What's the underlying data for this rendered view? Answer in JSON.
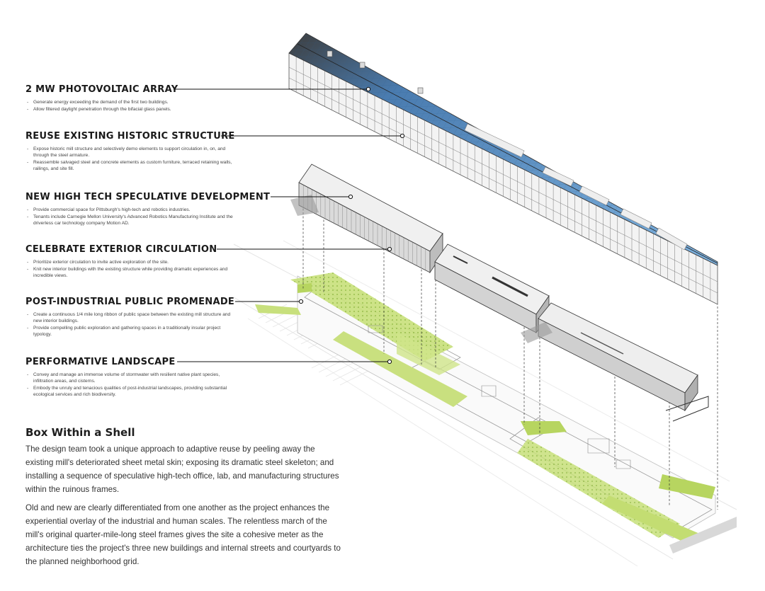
{
  "features": [
    {
      "title": "2 MW PHOTOVOLTAIC ARRAY",
      "bullets": [
        "Generate energy exceeding the demand of the first two buildings.",
        "Allow filtered daylight penetration through the bifacial glass panels."
      ]
    },
    {
      "title": "REUSE EXISTING HISTORIC STRUCTURE",
      "bullets": [
        "Expose historic mill structure and selectively demo elements to support circulation in, on, and through the steel armature.",
        "Reassemble salvaged steel and concrete elements as custom furniture, terraced retaining walls, railings, and site fill."
      ]
    },
    {
      "title": "NEW HIGH TECH SPECULATIVE DEVELOPMENT",
      "bullets": [
        "Provide commercial space for Pittsburgh's high-tech and robotics industries.",
        "Tenants include Carnegie Mellon University's Advanced Robotics Manufacturing Institute and the driverless car technology company Motion AD."
      ]
    },
    {
      "title": "CELEBRATE EXTERIOR CIRCULATION",
      "bullets": [
        "Prioritize exterior circulation to invite active exploration of the site.",
        "Knit new interior buildings with the existing structure while providing dramatic experiences and incredible views."
      ]
    },
    {
      "title": "POST-INDUSTRIAL PUBLIC PROMENADE",
      "bullets": [
        "Create a continuous 1/4 mile long ribbon of public space between the existing mill structure and new interior buildings.",
        "Provide compelling public exploration and gathering spaces in a traditionally insular project typology."
      ]
    },
    {
      "title": "PERFORMATIVE LANDSCAPE",
      "bullets": [
        "Convey and manage an immense volume of stormwater with resilient native plant species, infiltration areas, and cisterns.",
        "Embody the unruly and tenacious qualities of post-industrial landscapes, providing substantial ecological services and rich biodiversity."
      ]
    }
  ],
  "box": {
    "title": "Box Within a Shell",
    "para1": "The design team took a unique  approach to adaptive reuse by peeling away the existing mill's deteriorated sheet metal skin; exposing its dramatic steel skeleton; and installing a sequence of speculative high-tech office, lab, and manufacturing structures within the ruinous frames.",
    "para2": "Old and new are clearly differentiated from one another as the project enhances the experiential overlay of the industrial and human scales.  The relentless march of the mill's original quarter-mile-long steel frames gives the site a cohesive meter as the architecture ties the project's three new buildings and internal streets and courtyards to the planned neighborhood grid."
  },
  "colors": {
    "pv_blue": "#5a8fc4",
    "landscape_green": "#b5d65c",
    "structure_gray": "#8c8c8c"
  }
}
